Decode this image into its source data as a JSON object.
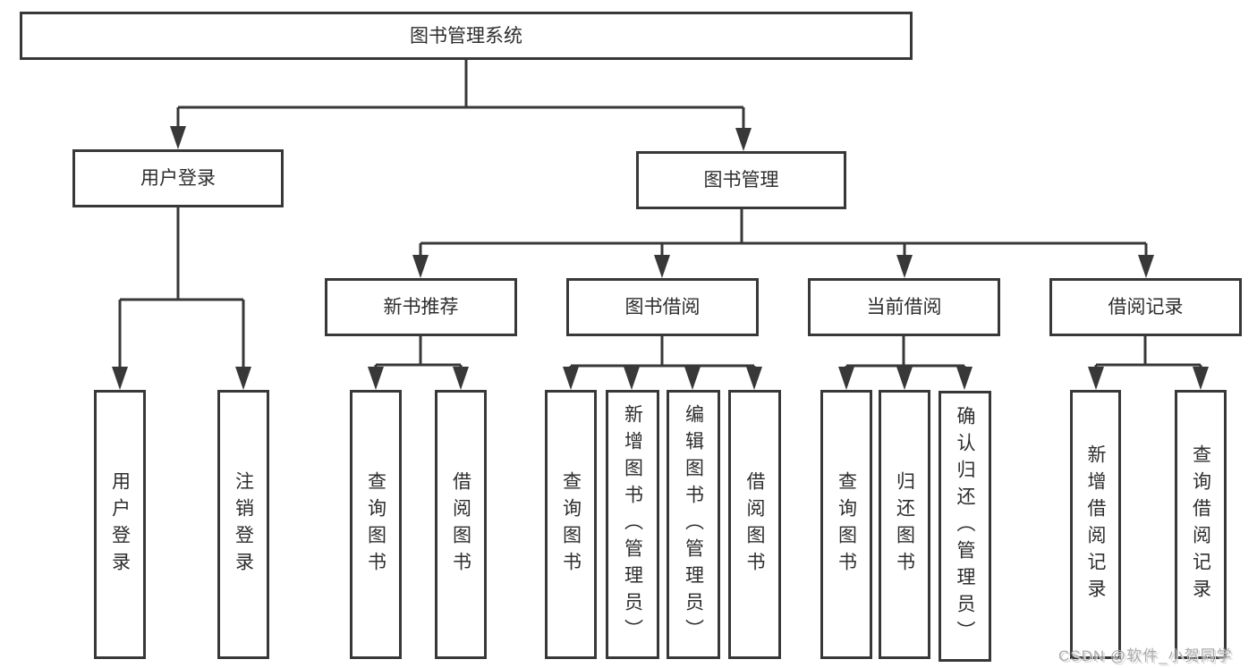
{
  "diagram": {
    "root": {
      "label": "图书管理系统"
    },
    "branches": [
      {
        "label": "用户登录",
        "children": [
          {
            "label": "用户登录"
          },
          {
            "label": "注销登录"
          }
        ]
      },
      {
        "label": "图书管理",
        "children": [
          {
            "label": "新书推荐",
            "children": [
              {
                "label": "查询图书"
              },
              {
                "label": "借阅图书"
              }
            ]
          },
          {
            "label": "图书借阅",
            "children": [
              {
                "label": "查询图书"
              },
              {
                "label": "新增图书（管理员）"
              },
              {
                "label": "编辑图书（管理员）"
              },
              {
                "label": "借阅图书"
              }
            ]
          },
          {
            "label": "当前借阅",
            "children": [
              {
                "label": "查询图书"
              },
              {
                "label": "归还图书"
              },
              {
                "label": "确认归还（管理员）"
              }
            ]
          },
          {
            "label": "借阅记录",
            "children": [
              {
                "label": "新增借阅记录"
              },
              {
                "label": "查询借阅记录"
              }
            ]
          }
        ]
      }
    ]
  },
  "watermark": {
    "text": "CSDN @软件_小贺同学"
  },
  "colors": {
    "line": "#383838",
    "text": "#2d2d2d",
    "background": "#ffffff",
    "watermark": "#ababab"
  }
}
